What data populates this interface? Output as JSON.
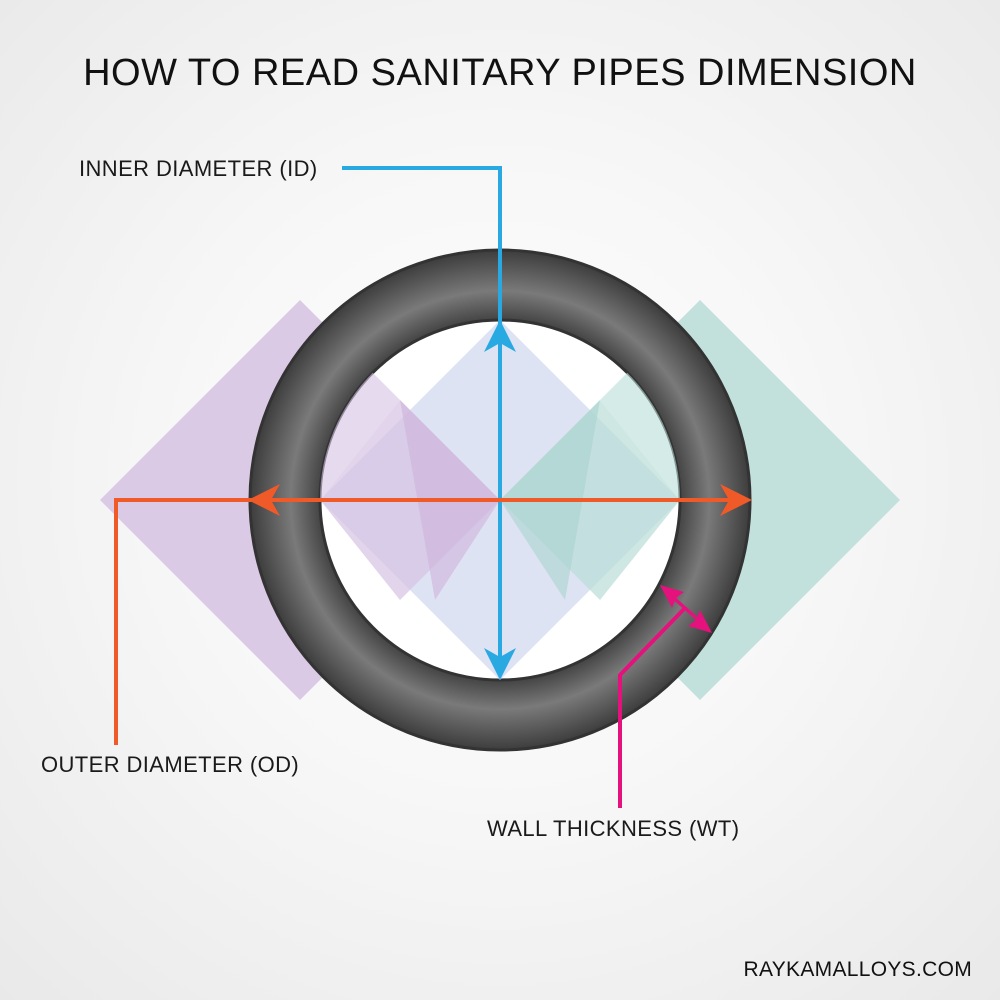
{
  "title": "HOW TO READ SANITARY PIPES DIMENSION",
  "labels": {
    "inner_diameter": "INNER DIAMETER (ID)",
    "outer_diameter": "OUTER DIAMETER (OD)",
    "wall_thickness": "WALL THICKNESS (WT)"
  },
  "website": "RAYKAMALLOYS.COM",
  "colors": {
    "inner_diameter": "#29a9e1",
    "outer_diameter": "#f05a28",
    "wall_thickness": "#e5127d",
    "pipe": "#555555",
    "left_diamond": "#d6c2e2",
    "right_diamond": "#b9ddd7",
    "center_diamond": "#d8def2"
  }
}
